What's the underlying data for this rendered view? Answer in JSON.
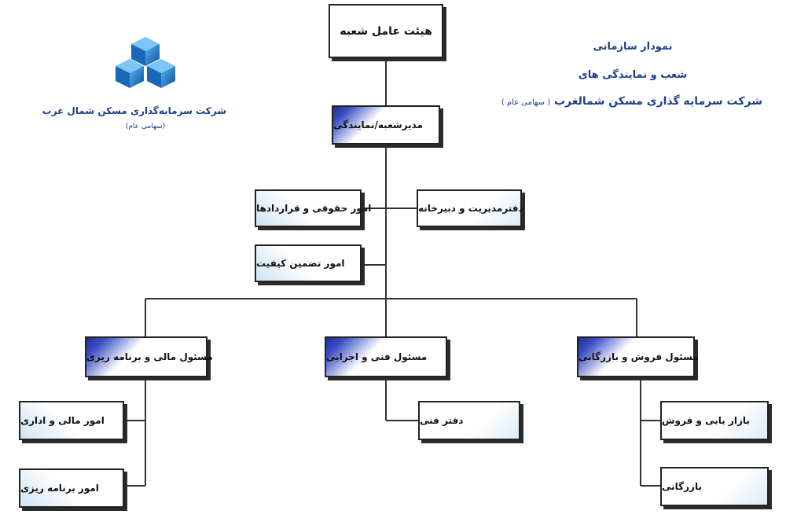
{
  "header": {
    "line1": "نمودار سازمانی",
    "line2": "شعب و نمایندگی های",
    "line3_main": "شرکت سرمایه گذاری مسکن شمالغرب",
    "line3_sub": "( سهامی عام )"
  },
  "logo": {
    "company_name": "شرکت سرمایه‌گذاری مسکن شمال غرب",
    "company_type": "(سهامی عام)",
    "colors": {
      "cube_dark": "#0b4f9c",
      "cube_light": "#3fa0e8",
      "text": "#1d3f8a"
    }
  },
  "nodes": {
    "board": "هیئت عامل شعبه",
    "branch_manager": "مدیرشعبه/نمایندگی",
    "legal": "امور حقوقی و قراردادها",
    "secretariat": "دفترمدیریت و دبیرخانه",
    "quality": "امور تضمین کیفیت",
    "finance_head": "مسئول مالی و برنامه ریزی",
    "technical_head": "مسئول فنی و اجرایی",
    "sales_head": "مسئول فروش و بازرگانی",
    "finance_admin": "امور مالی و اداری",
    "planning": "امور برنامه ریزی",
    "tech_office": "دفتر فنی",
    "marketing_sales": "بازار یابی و فروش",
    "commerce": "بازرگانی"
  }
}
